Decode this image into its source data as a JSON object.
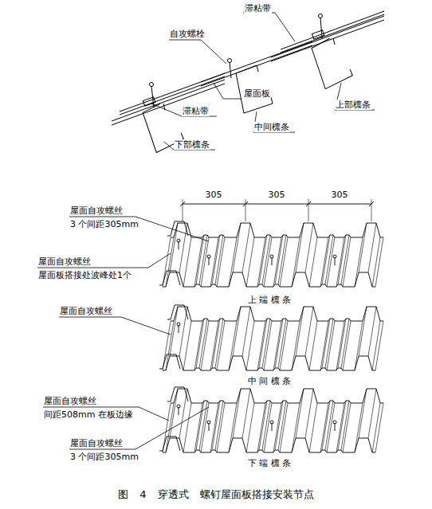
{
  "diagram": {
    "caption": "图 4 穿透式 螺钉屋面板搭接安装节点",
    "labels": [
      "滞粘带",
      "自攻螺栓",
      "屋面板",
      "上部檩条",
      "滞粘带",
      "中间檩条",
      "下部檩条",
      "305",
      "305",
      "305",
      "屋面自攻螺丝",
      "3 个间距305mm",
      "屋面自攻螺丝",
      "屋面板搭接处波峰处1个",
      "上 端 檩 条",
      "屋面自攻螺丝",
      "中 间 檩 条",
      "屋面自攻螺丝",
      "间距508mm 在板边缘",
      "屋面自攻螺丝",
      "3 个间距305mm",
      "下 端 檩 条"
    ]
  }
}
